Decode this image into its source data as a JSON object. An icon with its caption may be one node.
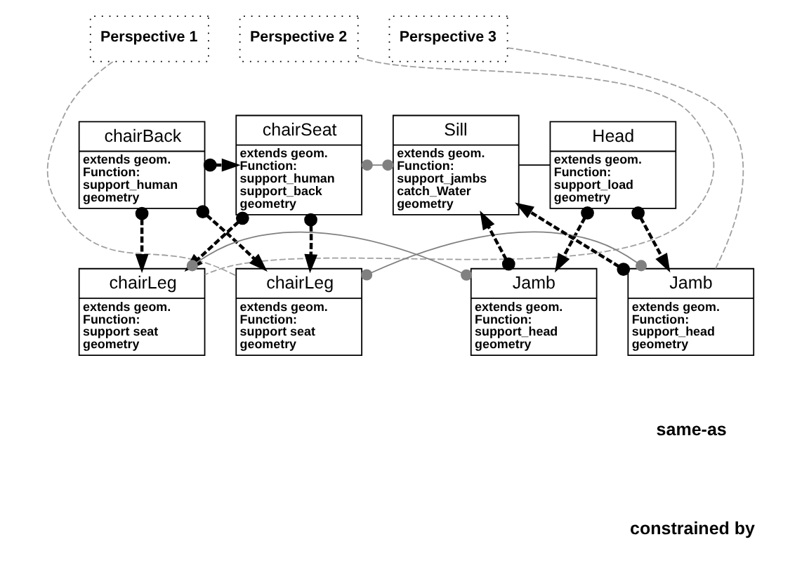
{
  "diagram": {
    "nodes": [
      {
        "text": [
          "Perspective 1"
        ]
      },
      {
        "text": [
          "Perspective 2"
        ]
      },
      {
        "text": [
          "Perspective 3"
        ]
      },
      {
        "text": [
          "chairSeat",
          "extends geom. Function: support_human support_back geometry"
        ]
      },
      {
        "text": [
          "chairBack",
          "extends geom. Function: support_human geometry"
        ]
      },
      {
        "text": [
          "Head",
          "extends geom. Function: support_load geometry"
        ]
      },
      {
        "text": [
          "Sill",
          "extends geom. Function: support_jambs catch_Water geometry"
        ]
      },
      {
        "text": [
          "chairLeg",
          "extends geom. Function: support seat geometry"
        ]
      },
      {
        "text": [
          "chairLeg",
          "extends geom. Function: support seat geometry"
        ]
      },
      {
        "text": [
          "Jamb",
          "extends geom. Function: support_head geometry"
        ]
      },
      {
        "text": [
          "Jamb",
          "extends geom. Function: support_head geometry"
        ]
      }
    ],
    "edges": [
      {
        "from": 4,
        "to": 3,
        "arrow": "to",
        "style": "dashed"
      },
      {
        "from": 3,
        "to": 7,
        "arrow": "to",
        "style": "dashed"
      },
      {
        "from": 3,
        "to": 8,
        "arrow": "to",
        "style": "dashed"
      },
      {
        "from": 4,
        "to": 7,
        "arrow": "to",
        "style": "dashed"
      },
      {
        "from": 4,
        "to": 8,
        "arrow": "to",
        "style": "dashed"
      },
      {
        "from": 5,
        "to": 9,
        "arrow": "to",
        "style": "dashed"
      },
      {
        "from": 5,
        "to": 10,
        "arrow": "to",
        "style": "dashed"
      },
      {
        "from": 9,
        "to": 6,
        "arrow": "to",
        "style": "dashed"
      },
      {
        "from": 10,
        "to": 6,
        "arrow": "to",
        "style": "dashed"
      },
      {
        "from": 3,
        "to": 6,
        "arrow": "other",
        "color": "#808080"
      },
      {
        "from": 8,
        "to": 9,
        "arrow": "other",
        "color": "#808080"
      },
      {
        "from": 7,
        "to": 10,
        "arrow": "other",
        "color": "#808080"
      },
      {
        "from": 5,
        "to": 6,
        "arrow": "none"
      },
      {
        "from": 0,
        "to": 7,
        "arrow": "none",
        "style": "dashed",
        "color": "#a0a0a0"
      },
      {
        "from": 1,
        "to": 8,
        "arrow": "none",
        "style": "dashed",
        "color": "#a0a0a0"
      },
      {
        "from": 2,
        "to": 10,
        "arrow": "none",
        "style": "dashed",
        "color": "#a0a0a0"
      }
    ],
    "legend": [
      {
        "text": "same-as"
      },
      {
        "text": "constrained by"
      }
    ]
  }
}
